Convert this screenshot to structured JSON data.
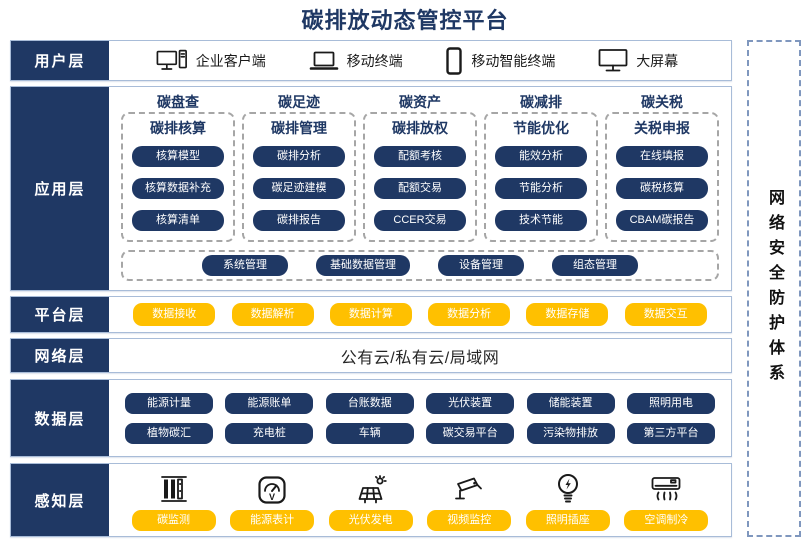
{
  "title": "碳排放动态管控平台",
  "colors": {
    "navy": "#1F3864",
    "yellow": "#FFC000",
    "row_border": "#A8BCD8",
    "dashed_gray": "#A6A6A6",
    "security_dash": "#7F97BE"
  },
  "security": {
    "label": "网络安全防护体系"
  },
  "layers": {
    "user": {
      "label": "用户层",
      "items": [
        {
          "icon": "desktop-client-icon",
          "label": "企业客户端"
        },
        {
          "icon": "laptop-icon",
          "label": "移动终端"
        },
        {
          "icon": "smartphone-icon",
          "label": "移动智能终端"
        },
        {
          "icon": "big-screen-icon",
          "label": "大屏幕"
        }
      ]
    },
    "application": {
      "label": "应用层",
      "columns": [
        {
          "header": "碳盘查",
          "title": "碳排核算",
          "buttons": [
            "核算模型",
            "核算数据补充",
            "核算清单"
          ]
        },
        {
          "header": "碳足迹",
          "title": "碳排管理",
          "buttons": [
            "碳排分析",
            "碳足迹建模",
            "碳排报告"
          ]
        },
        {
          "header": "碳资产",
          "title": "碳排放权",
          "buttons": [
            "配额考核",
            "配额交易",
            "CCER交易"
          ]
        },
        {
          "header": "碳减排",
          "title": "节能优化",
          "buttons": [
            "能效分析",
            "节能分析",
            "技术节能"
          ]
        },
        {
          "header": "碳关税",
          "title": "关税申报",
          "buttons": [
            "在线填报",
            "碳税核算",
            "CBAM碳报告"
          ]
        }
      ],
      "management": [
        "系统管理",
        "基础数据管理",
        "设备管理",
        "组态管理"
      ]
    },
    "platform": {
      "label": "平台层",
      "buttons": [
        "数据接收",
        "数据解析",
        "数据计算",
        "数据分析",
        "数据存储",
        "数据交互"
      ]
    },
    "network": {
      "label": "网络层",
      "text": "公有云/私有云/局域网"
    },
    "data": {
      "label": "数据层",
      "rows": [
        [
          "能源计量",
          "能源账单",
          "台账数据",
          "光伏装置",
          "储能装置",
          "照明用电"
        ],
        [
          "植物碳汇",
          "充电桩",
          "车辆",
          "碳交易平台",
          "污染物排放",
          "第三方平台"
        ]
      ]
    },
    "perception": {
      "label": "感知层",
      "items": [
        {
          "icon": "carbon-monitor-icon",
          "label": "碳监测"
        },
        {
          "icon": "energy-meter-icon",
          "label": "能源表计"
        },
        {
          "icon": "solar-panel-icon",
          "label": "光伏发电"
        },
        {
          "icon": "cctv-camera-icon",
          "label": "视频监控"
        },
        {
          "icon": "light-bulb-icon",
          "label": "照明插座"
        },
        {
          "icon": "air-conditioner-icon",
          "label": "空调制冷"
        }
      ]
    }
  }
}
